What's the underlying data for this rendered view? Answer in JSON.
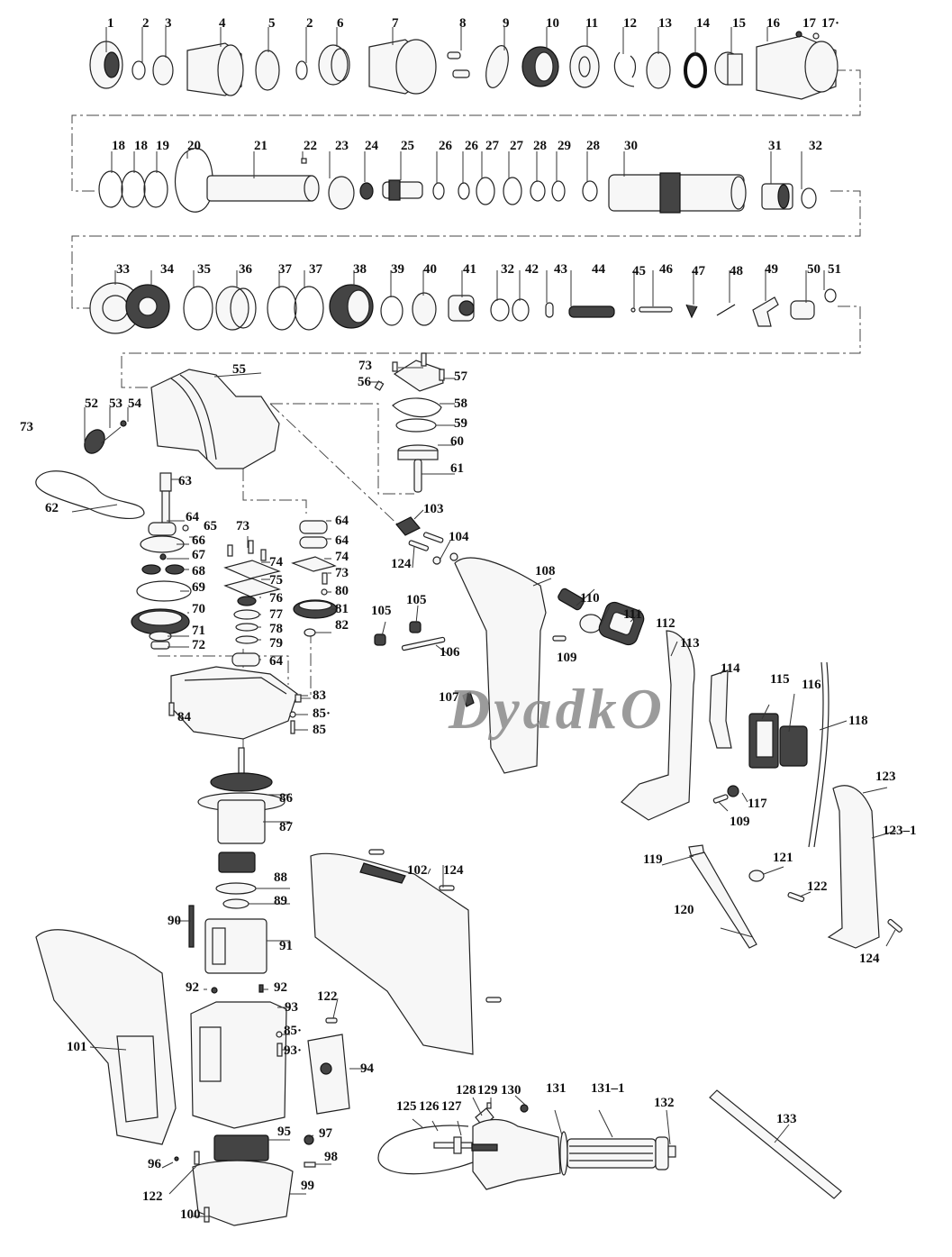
{
  "diagram": {
    "title": "Rotary hammer exploded parts diagram",
    "watermark": "DyadkO",
    "rows": {
      "row1": [
        "1",
        "2",
        "3",
        "4",
        "5",
        "2",
        "6",
        "7",
        "8",
        "9",
        "10",
        "11",
        "12",
        "13",
        "14",
        "15",
        "16",
        "17",
        "17a"
      ],
      "row2": [
        "18",
        "18",
        "19",
        "20",
        "21",
        "22",
        "23",
        "24",
        "25",
        "26",
        "26",
        "27",
        "27",
        "28",
        "29",
        "28",
        "30",
        "31",
        "32"
      ],
      "row3": [
        "33",
        "34",
        "35",
        "36",
        "37",
        "37",
        "38",
        "39",
        "40",
        "41",
        "32",
        "42",
        "43",
        "44",
        "45",
        "46",
        "47",
        "48",
        "49",
        "50",
        "51"
      ]
    },
    "label_text": {
      "17a": "17·",
      "85a": "85·",
      "93a": "93·",
      "123_1": "123–1",
      "131_1": "131–1"
    },
    "gear_section": [
      "73",
      "52",
      "53",
      "54",
      "55",
      "62",
      "63",
      "64",
      "65",
      "66",
      "67",
      "68",
      "69",
      "70",
      "71",
      "72",
      "73",
      "74",
      "75",
      "76",
      "77",
      "78",
      "79",
      "64",
      "64",
      "64",
      "74",
      "73",
      "80",
      "81",
      "82",
      "83",
      "84",
      "85a",
      "85"
    ],
    "cover_section": [
      "73",
      "56",
      "57",
      "58",
      "59",
      "60",
      "61",
      "103",
      "104",
      "124"
    ],
    "handle_section": [
      "105",
      "105",
      "106",
      "107",
      "108",
      "109",
      "110",
      "111",
      "112",
      "113",
      "114",
      "115",
      "116",
      "117",
      "109",
      "118",
      "119",
      "120",
      "121",
      "122",
      "123",
      "123_1",
      "124"
    ],
    "motor_section": [
      "86",
      "87",
      "88",
      "89",
      "90",
      "91",
      "92",
      "92",
      "93",
      "85a",
      "93a",
      "94",
      "95",
      "96",
      "97",
      "98",
      "99",
      "100",
      "101",
      "102",
      "122",
      "122",
      "124"
    ],
    "aux_handle_section": [
      "125",
      "126",
      "127",
      "128",
      "129",
      "130",
      "131",
      "131_1",
      "132",
      "133"
    ]
  }
}
